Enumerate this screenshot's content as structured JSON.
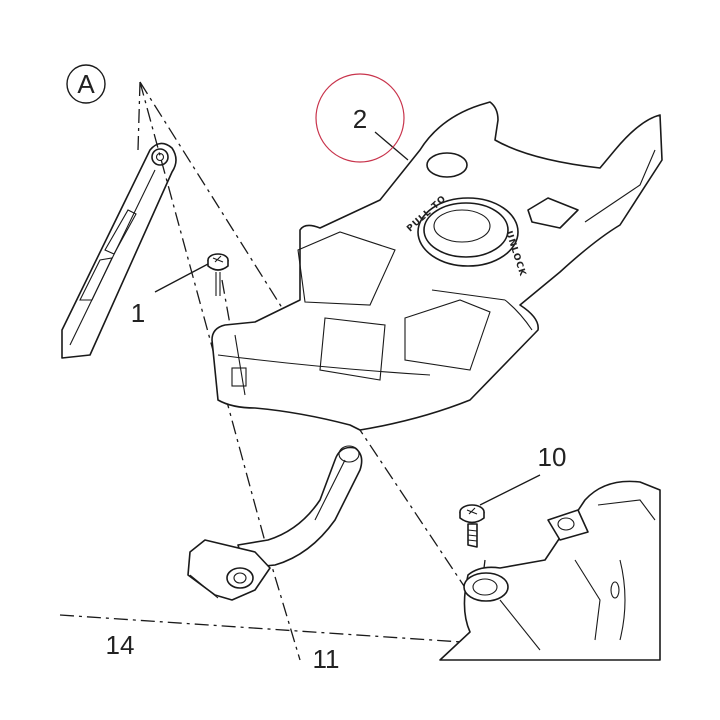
{
  "callouts": {
    "view": "A",
    "part_2": "2",
    "part_1": "1",
    "part_10": "10",
    "part_14": "14",
    "part_11": "11"
  },
  "embossing": {
    "pull_to": "PULL TO",
    "unlock": "UNLOCK"
  },
  "colors": {
    "highlight_circle": "#c8344c",
    "line": "#1a1a1a"
  }
}
